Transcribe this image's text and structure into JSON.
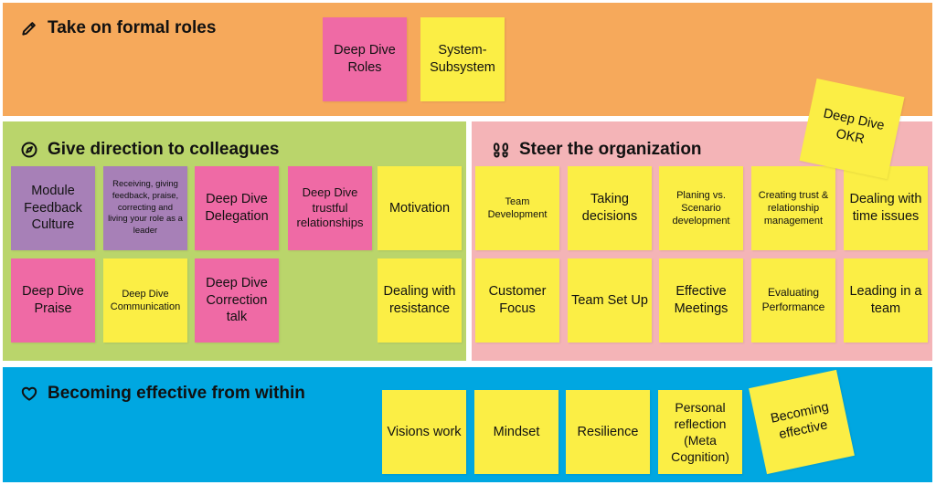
{
  "sections": {
    "formal": {
      "title": "Take on formal roles",
      "icon": "pencil-icon"
    },
    "direction": {
      "title": "Give direction to colleagues",
      "icon": "compass-icon"
    },
    "steer": {
      "title": "Steer the organization",
      "icon": "footprints-icon"
    },
    "within": {
      "title": "Becoming effective from within",
      "icon": "heart-icon"
    }
  },
  "notes": {
    "deep_dive_roles": "Deep Dive Roles",
    "system_subsystem": "System-Subsystem",
    "deep_dive_okr": "Deep Dive OKR",
    "module_feedback_culture": "Module Feedback Culture",
    "receiving_feedback": "Receiving, giving feedback, praise, correcting and living your role as a leader",
    "deep_dive_delegation": "Deep Dive Delegation",
    "deep_dive_trustful_relationships": "Deep Dive trustful relationships",
    "motivation": "Motivation",
    "deep_dive_praise": "Deep Dive Praise",
    "deep_dive_communication": "Deep Dive Communication",
    "deep_dive_correction_talk": "Deep Dive Correction talk",
    "dealing_with_resistance": "Dealing with resistance",
    "team_development": "Team Development",
    "taking_decisions": "Taking decisions",
    "planing_vs_scenario": "Planing vs. Scenario development",
    "creating_trust": "Creating trust & relationship management",
    "dealing_with_time_issues": "Dealing with time issues",
    "customer_focus": "Customer Focus",
    "team_set_up": "Team Set Up",
    "effective_meetings": "Effective Meetings",
    "evaluating_performance": "Evaluating Performance",
    "leading_in_a_team": "Leading in a team",
    "visions_work": "Visions work",
    "mindset": "Mindset",
    "resilience": "Resilience",
    "personal_reflection": "Personal reflection (Meta Cognition)",
    "becoming_effective": "Becoming effective"
  },
  "colors": {
    "orange": "#f6a95b",
    "green": "#bad56b",
    "rose": "#f4b4b7",
    "blue": "#00a7e1",
    "yellow": "#fbee45",
    "pink": "#ef6aa5",
    "purple": "#a780b7"
  }
}
